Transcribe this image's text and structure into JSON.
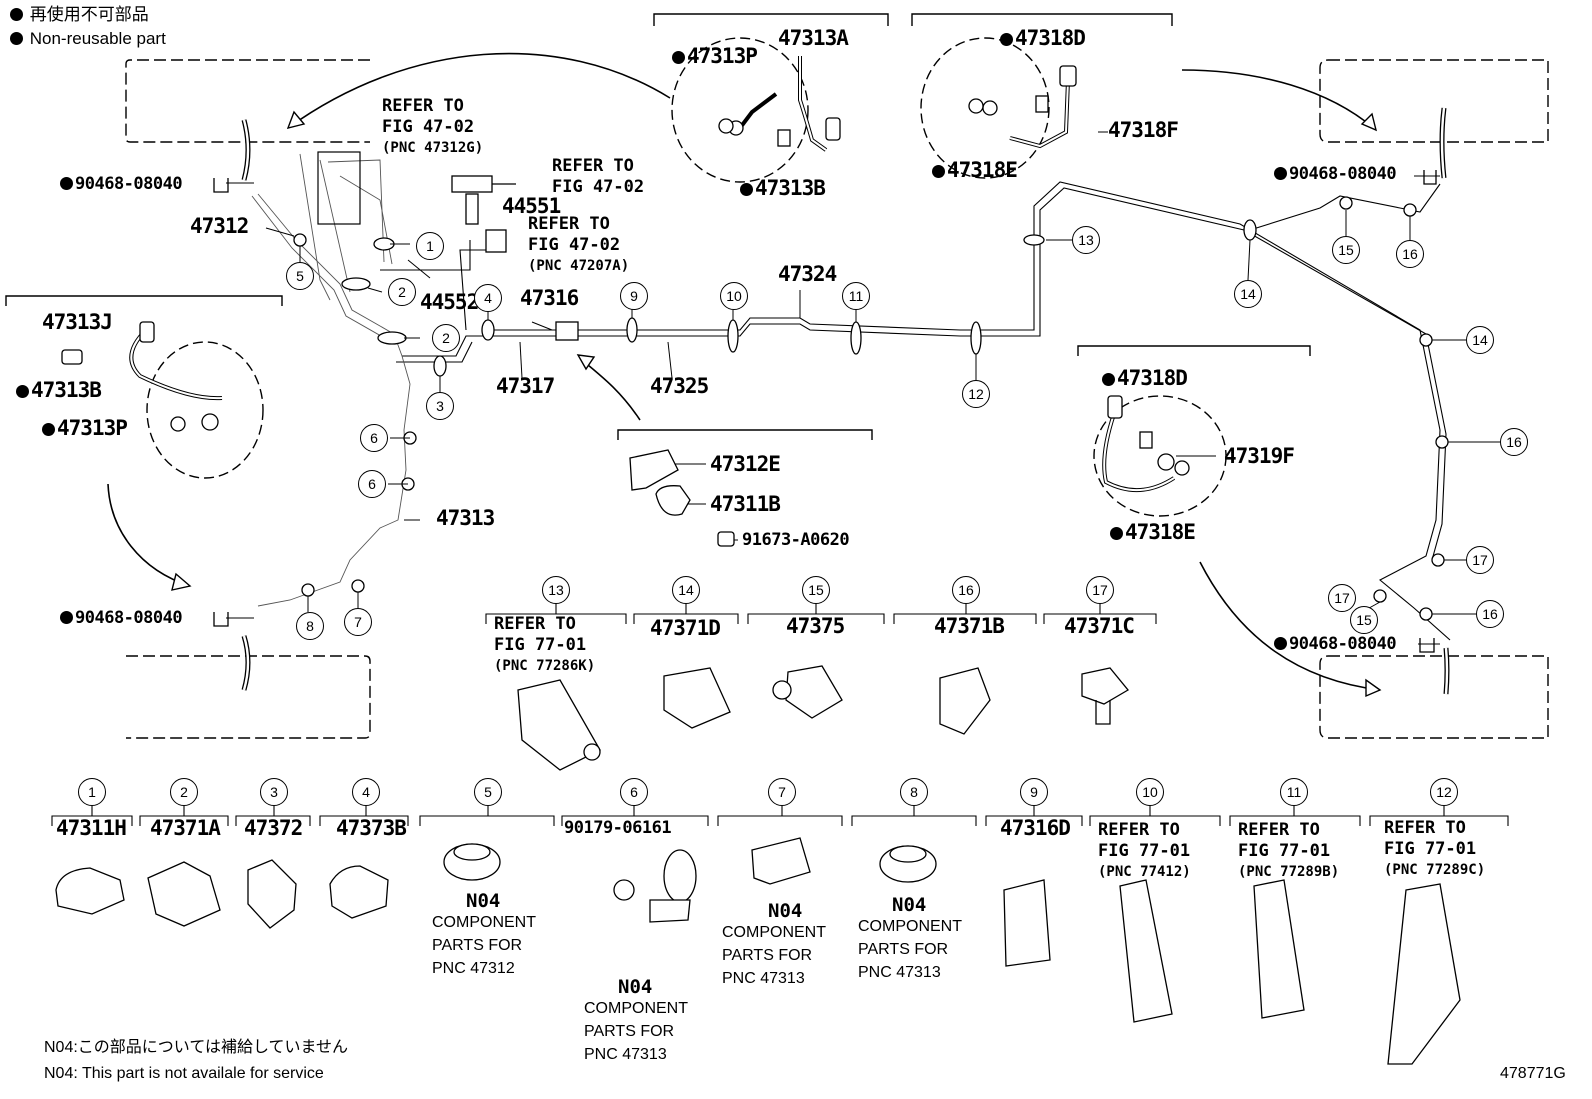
{
  "legend": {
    "jp": "再使用不可部品",
    "en": "Non-reusable part"
  },
  "parts": {
    "p47313A": "47313A",
    "p47313P_top": "47313P",
    "p47313B_top": "47313B",
    "p47318D_top": "47318D",
    "p47318F": "47318F",
    "p47318E_top": "47318E",
    "p90468_tl": "90468-08040",
    "p90468_tr": "90468-08040",
    "p90468_bl": "90468-08040",
    "p90468_br": "90468-08040",
    "p47312": "47312",
    "p44551": "44551",
    "p44552": "44552",
    "p47316": "47316",
    "p47324": "47324",
    "p47317": "47317",
    "p47325": "47325",
    "p47313J": "47313J",
    "p47313B_left": "47313B",
    "p47313P_left": "47313P",
    "p47313": "47313",
    "p47312E": "47312E",
    "p47311B": "47311B",
    "p91673": "91673-A0620",
    "p47318D_right": "47318D",
    "p47319F": "47319F",
    "p47318E_right": "47318E",
    "p47371D": "47371D",
    "p47375": "47375",
    "p47371B": "47371B",
    "p47371C": "47371C",
    "p47311H": "47311H",
    "p47371A": "47371A",
    "p47372": "47372",
    "p47373B": "47373B",
    "p90179": "90179-06161",
    "p47316D": "47316D"
  },
  "refs": {
    "r1": {
      "l1": "REFER TO",
      "l2": "FIG 47-02",
      "l3": "(PNC 47312G)"
    },
    "r2": {
      "l1": "REFER TO",
      "l2": "FIG 47-02"
    },
    "r3": {
      "l1": "REFER TO",
      "l2": "FIG 47-02",
      "l3": "(PNC 47207A)"
    },
    "r13": {
      "l1": "REFER TO",
      "l2": "FIG 77-01",
      "l3": "(PNC 77286K)"
    },
    "r10": {
      "l1": "REFER TO",
      "l2": "FIG 77-01",
      "l3": "(PNC 77412)"
    },
    "r11": {
      "l1": "REFER TO",
      "l2": "FIG 77-01",
      "l3": "(PNC 77289B)"
    },
    "r12": {
      "l1": "REFER TO",
      "l2": "FIG 77-01",
      "l3": "(PNC 77289C)"
    }
  },
  "notes": {
    "n5": {
      "code": "N04",
      "l1": "COMPONENT",
      "l2": "PARTS FOR",
      "l3": "PNC 47312"
    },
    "n6": {
      "code": "N04",
      "l1": "COMPONENT",
      "l2": "PARTS FOR",
      "l3": "PNC 47313"
    },
    "n7": {
      "code": "N04",
      "l1": "COMPONENT",
      "l2": "PARTS FOR",
      "l3": "PNC 47313"
    },
    "n8": {
      "code": "N04",
      "l1": "COMPONENT",
      "l2": "PARTS FOR",
      "l3": "PNC 47313"
    }
  },
  "callouts": [
    "1",
    "2",
    "3",
    "4",
    "5",
    "6",
    "7",
    "8",
    "9",
    "10",
    "11",
    "12",
    "13",
    "14",
    "15",
    "16",
    "17"
  ],
  "footer": {
    "jp": "N04:この部品については補給していません",
    "en": "N04: This part is not availale for service",
    "code": "478771G"
  }
}
